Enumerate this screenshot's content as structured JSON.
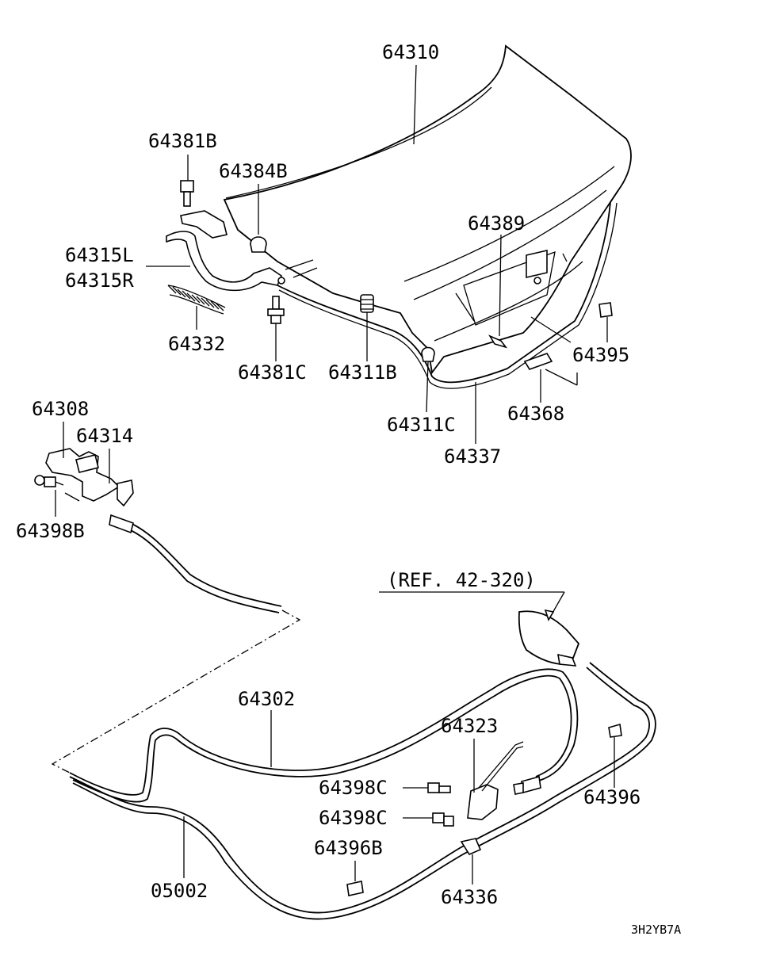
{
  "diagram": {
    "footer_code": "3H2YB7A",
    "ref_note": "(REF. 42-320)",
    "labels": {
      "p64310": "64310",
      "p64381B": "64381B",
      "p64384B": "64384B",
      "p64389": "64389",
      "p64315L": "64315L",
      "p64315R": "64315R",
      "p64332": "64332",
      "p64381C": "64381C",
      "p64311B": "64311B",
      "p64395": "64395",
      "p64368": "64368",
      "p64311C": "64311C",
      "p64337": "64337",
      "p64308": "64308",
      "p64314": "64314",
      "p64398B": "64398B",
      "p64302": "64302",
      "p64323": "64323",
      "p64398C_1": "64398C",
      "p64398C_2": "64398C",
      "p64396": "64396",
      "p64396B": "64396B",
      "p64336": "64336",
      "p05002": "05002"
    }
  }
}
